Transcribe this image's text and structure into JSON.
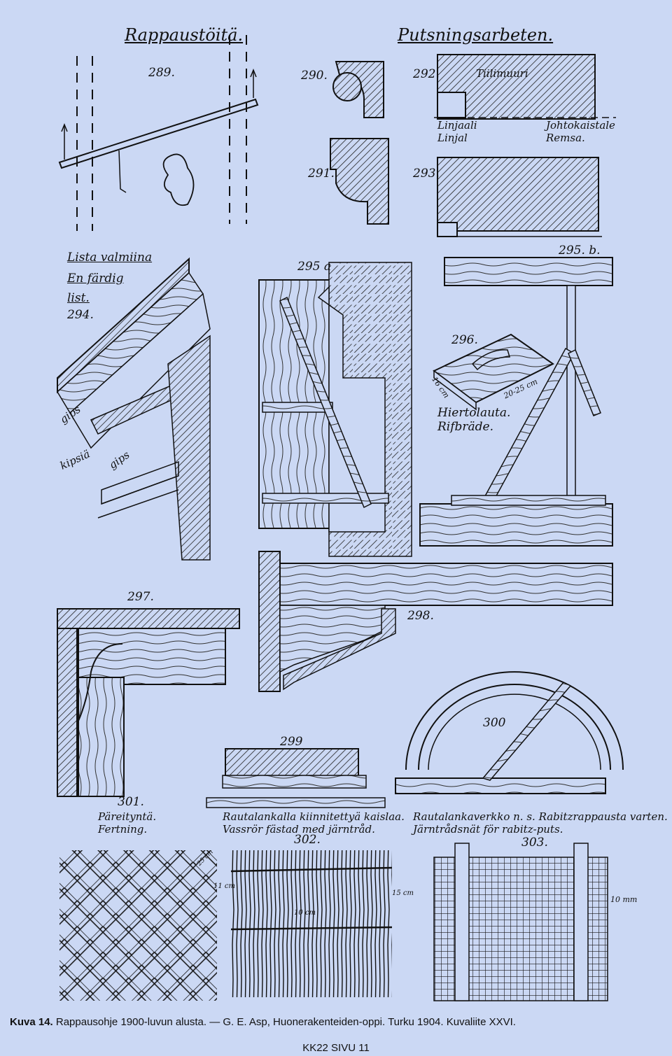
{
  "plate": {
    "title_fi": "Rappaustöitä.",
    "title_sv": "Putsningsarbeten.",
    "figures": {
      "f289": "289.",
      "f290": "290.",
      "f291": "291.",
      "f292": "292.",
      "f292_wall": "Tiilimuuri",
      "f292_left": "Linjaali",
      "f292_left_sv": "Linjal",
      "f292_right": "Johtokaistale",
      "f292_right_sv": "Remsa.",
      "f293": "293.",
      "f294_title_1": "Lista valmiina",
      "f294_title_2": "En färdig",
      "f294_title_3": "list.",
      "f294": "294.",
      "f294_gips1": "gips",
      "f294_gips2": "gips",
      "f294_kipsia": "kipsiä",
      "f295a": "295 a",
      "f295b": "295. b.",
      "f296": "296.",
      "f296_w": "16 cm",
      "f296_l": "20-25 cm",
      "f296_name_fi": "Hiertolauta.",
      "f296_name_sv": "Rifbräde.",
      "f297": "297.",
      "f298": "298.",
      "f299": "299",
      "f300": "300",
      "f301": "301.",
      "f301_fi": "Päreityntä.",
      "f301_sv": "Fertning.",
      "f302": "302.",
      "f302_text_fi": "Rautalankalla kiinnitettyä kaislaa.",
      "f302_text_sv": "Vassrör fästad med järntråd.",
      "f302_dim1": "15 cm",
      "f302_dim2": "11 cm",
      "f302_dim3": "10 cm",
      "f301_dim": "25 cm",
      "f303": "303.",
      "f303_text_fi": "Rautalankaverkko n. s. Rabitzrappausta varten.",
      "f303_text_sv": "Järntrådsnät för rabitz-puts.",
      "f303_dim": "10 mm"
    }
  },
  "caption": {
    "label": "Kuva 14.",
    "text": " Rappausohje 1900-luvun alusta. — G. E. Asp, Huonerakenteiden-oppi. Turku 1904. Kuvaliite XXVI."
  },
  "footer": "KK22 SIVU 11"
}
